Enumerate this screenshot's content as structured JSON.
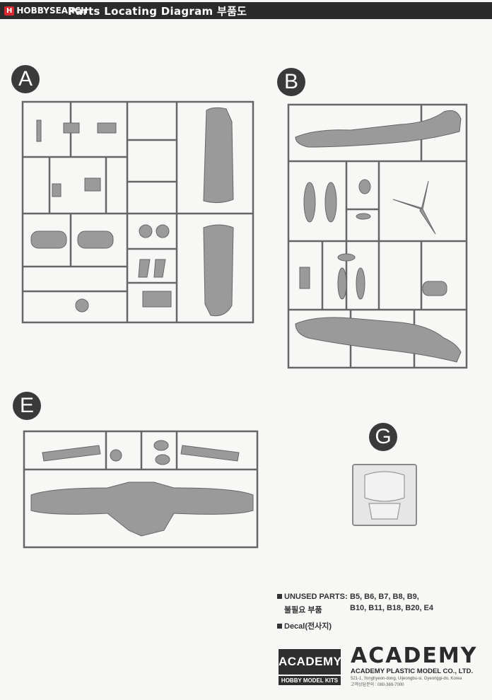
{
  "header": {
    "logo_badge": "H",
    "logo_text": "HOBBYSEARCH",
    "title": "Parts Locating Diagram 부품도"
  },
  "sprues": {
    "a_label": "A",
    "b_label": "B",
    "e_label": "E",
    "g_label": "G"
  },
  "unused": {
    "label_en": "UNUSED PARTS:",
    "parts_line1": "B5, B6, B7, B8, B9,",
    "label_ko": "불필요 부품",
    "parts_line2": "B10, B11, B18, B20, E4"
  },
  "decal": {
    "label": "Decal(전사지)"
  },
  "brand": {
    "box_name": "ACADEMY",
    "box_sub": "HOBBY MODEL KITS",
    "logo": "ACADEMY",
    "company": "ACADEMY PLASTIC MODEL CO., LTD.",
    "address": "521-1, Yonghyeon-dong, Uijeongbu-si, Gyeonggi-do, Korea",
    "phone": "고객상담문의 : 080-369-7000"
  }
}
